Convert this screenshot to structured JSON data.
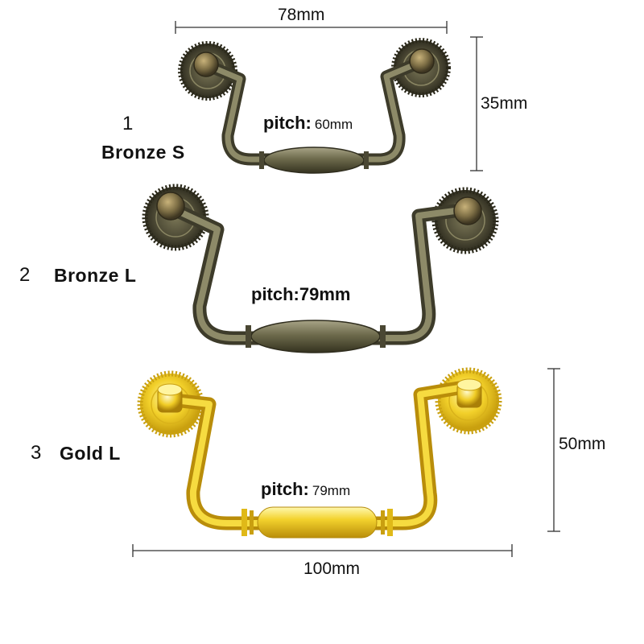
{
  "products": [
    {
      "number": "1",
      "name": "Bronze S",
      "pitch_label": "pitch:",
      "pitch_value": "60mm"
    },
    {
      "number": "2",
      "name": "Bronze L",
      "pitch_label": "pitch:",
      "pitch_value": "79mm"
    },
    {
      "number": "3",
      "name": "Gold L",
      "pitch_label": "pitch:",
      "pitch_value": "79mm"
    }
  ],
  "dimensions": {
    "top_width": "78mm",
    "small_height": "35mm",
    "large_height": "50mm",
    "bottom_width": "100mm"
  },
  "colors": {
    "bronze": "#6d6a4c",
    "bronze_dark": "#3d3b2a",
    "bronze_light": "#9a9670",
    "gold": "#e8c21a",
    "gold_light": "#fff27a",
    "gold_dark": "#b8860b",
    "dimension_line": "#333333"
  }
}
